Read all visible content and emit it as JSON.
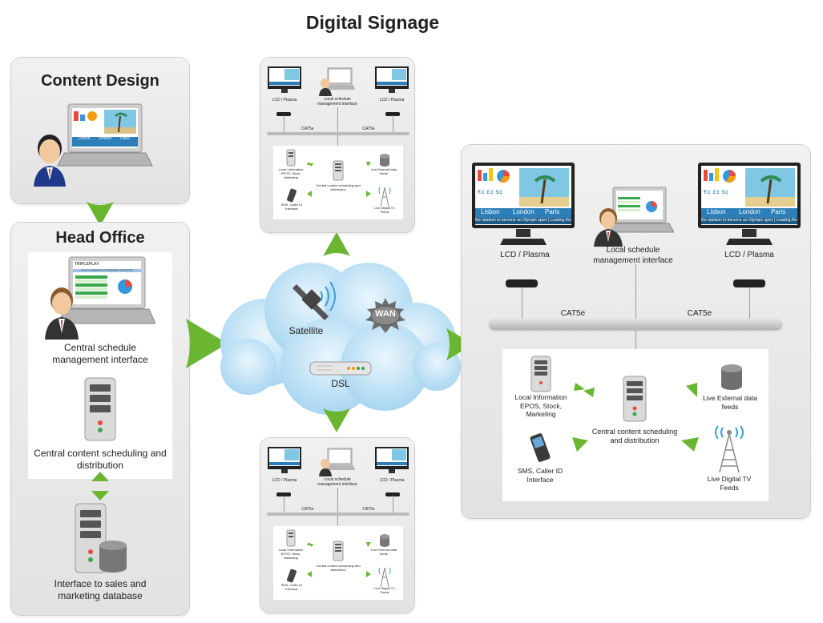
{
  "page_title": "Digital Signage",
  "content_design": {
    "title": "Content Design",
    "screen_labels": [
      "Lisbon",
      "London",
      "Paris"
    ]
  },
  "head_office": {
    "title": "Head Office",
    "brand": "TRIPLEPLAY",
    "tabs": "home | management | configuration | computing",
    "mgmt_label": "Central schedule management interface",
    "server_label": "Central content scheduling and distribution",
    "db_label": "Interface to sales and marketing database"
  },
  "cloud": {
    "satellite": "Satellite",
    "wan": "WAN",
    "dsl": "DSL"
  },
  "site": {
    "lcd_left": "LCD / Plasma",
    "lcd_right": "LCD / Plasma",
    "local_mgmt": "Local schedule management interface",
    "cat5e_left": "CAT5e",
    "cat5e_right": "CAT5e",
    "local_info": "Local Information EPOS, Stock, Marketing",
    "central_server": "Central content scheduling and distribution",
    "external_feeds": "Live External data feeds",
    "sms": "SMS, Caller ID Interface",
    "tv_feeds": "Live Digital TV Feeds",
    "ticker": "the stadium to become an Olympic sport | Loading Analyst Firm",
    "cities": [
      "Lisbon",
      "London",
      "Paris"
    ]
  },
  "colors": {
    "accent": "#6ab631",
    "panel": "#e6e6e6",
    "cloud": "#bfe1f5"
  }
}
